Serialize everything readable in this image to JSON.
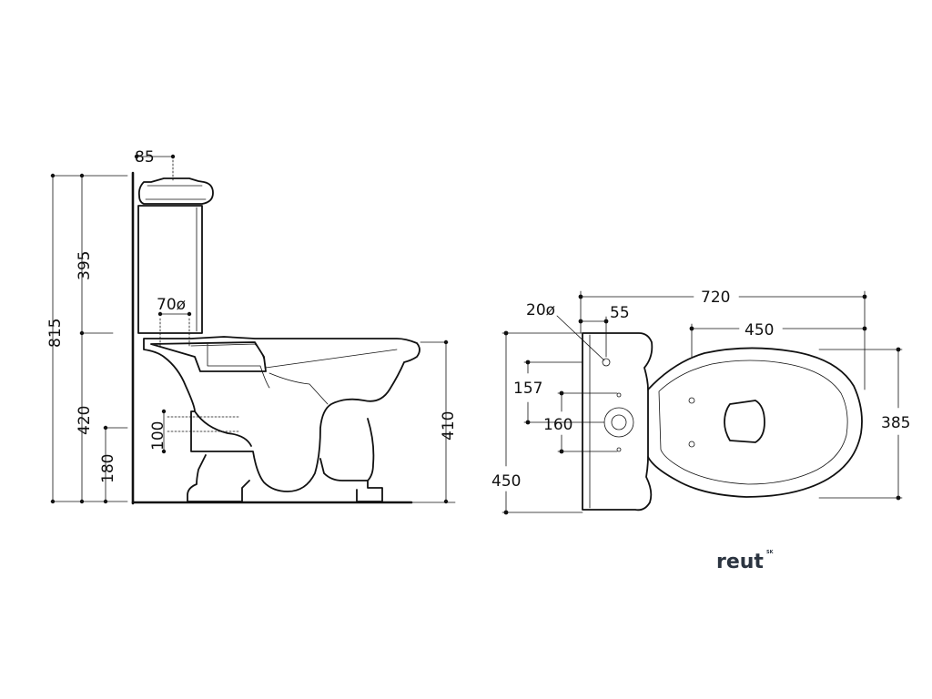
{
  "side_view": {
    "tank_depth": "85",
    "overall_height": "815",
    "tank_height": "395",
    "outlet_diameter": "70ø",
    "bowl_height_left": "420",
    "outlet_size": "100",
    "outlet_height": "180",
    "rim_height": "410"
  },
  "top_view": {
    "overall_length": "720",
    "hole_diameter": "20ø",
    "hole_offset": "55",
    "seat_hole_distance": "450",
    "hole_spacing_157": "157",
    "hole_spacing_160": "160",
    "overall_width": "450",
    "bowl_width": "385"
  },
  "brand": {
    "name": "reut",
    "mark": "SK"
  }
}
